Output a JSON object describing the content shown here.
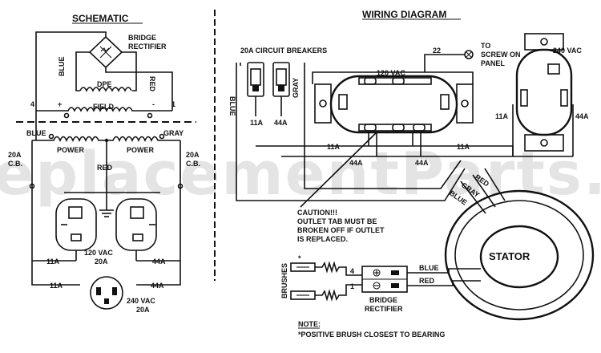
{
  "watermark": "eplacementParts.co",
  "schematic": {
    "title": "SCHEMATIC",
    "bridge_label_1": "BRIDGE",
    "bridge_label_2": "RECTIFIER",
    "wire_blue": "BLUE",
    "wire_red": "RED",
    "dpe": "DPE",
    "field": "FIELD",
    "num_4": "4",
    "num_1": "1",
    "plus": "+",
    "minus": "-",
    "blue_left": "BLUE",
    "gray_right": "GRAY",
    "power_left": "POWER",
    "power_right": "POWER",
    "red_center": "RED",
    "cb_left_1": "20A",
    "cb_left_2": "C.B.",
    "cb_right_1": "20A",
    "cb_right_2": "C.B.",
    "outlet_120_1": "120 VAC",
    "outlet_120_2": "20A",
    "left_11a": "11A",
    "right_44a": "44A",
    "bottom_11a": "11A",
    "bottom_44a": "44A",
    "outlet_240_1": "240 VAC",
    "outlet_240_2": "20A"
  },
  "wiring": {
    "title": "WIRING DIAGRAM",
    "breakers_label": "20A CIRCUIT BREAKERS",
    "blue": "BLUE",
    "gray": "GRAY",
    "b_11a": "11A",
    "b_44a": "44A",
    "vac_120": "120 VAC",
    "wire_22": "22",
    "to_screw_1": "TO",
    "to_screw_2": "SCREW ON",
    "to_screw_3": "PANEL",
    "vac_240": "240 VAC",
    "r_11a": "11A",
    "r_44a": "44A",
    "mid_11a_left": "11A",
    "mid_11a_right": "11A",
    "mid_44a_left": "44A",
    "mid_44a_right": "44A",
    "red": "RED",
    "gray2": "GRAY",
    "blue2": "BLUE",
    "caution_1": "CAUTION!!!",
    "caution_2": "OUTLET TAB MUST BE",
    "caution_3": "BROKEN OFF IF OUTLET",
    "caution_4": "IS REPLACED.",
    "stator": "STATOR",
    "brushes": "BRUSHES",
    "star": "*",
    "n4": "4",
    "n1": "1",
    "blue3": "BLUE",
    "red3": "RED",
    "bridge_1": "BRIDGE",
    "bridge_2": "RECTIFIER",
    "note_head": "NOTE:",
    "note_text": "*POSITIVE BRUSH CLOSEST TO BEARING"
  }
}
